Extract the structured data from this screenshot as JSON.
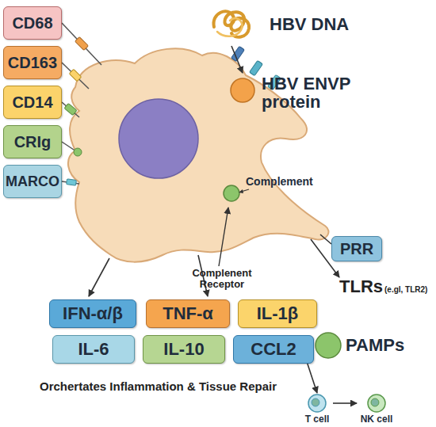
{
  "diagram": {
    "nodes": [
      {
        "text": [
          "CD68"
        ]
      },
      {
        "text": [
          "CD163"
        ]
      },
      {
        "text": [
          "CD14"
        ]
      },
      {
        "text": [
          "CRIg"
        ]
      },
      {
        "text": [
          "MARCO"
        ]
      },
      {
        "text": [
          "HBV DNA"
        ]
      },
      {
        "text": [
          "HBV ENVP protein"
        ]
      },
      {
        "text": [
          "Complement"
        ]
      },
      {
        "text": [
          "PRR"
        ]
      },
      {
        "text": [
          "PAMPs"
        ]
      },
      {
        "text": [
          "IFN-α/β"
        ]
      },
      {
        "text": [
          "TNF-α"
        ]
      },
      {
        "text": [
          "IL-1β"
        ]
      },
      {
        "text": [
          "IL-6"
        ]
      },
      {
        "text": [
          "IL-10"
        ]
      },
      {
        "text": [
          "CCL2"
        ]
      },
      {
        "text": [
          "T cell"
        ]
      },
      {
        "text": [
          "NK cell"
        ]
      }
    ],
    "edges": [
      {
        "from": 5,
        "to": 6,
        "arrow": "to"
      },
      {
        "from": 15,
        "to": 16,
        "arrow": "to"
      },
      {
        "from": 16,
        "to": 17,
        "arrow": "to"
      }
    ],
    "labels": [
      "Complenent Receptor",
      "TLRs",
      "(e.gl, TLR2)",
      "Orchertates Inflammation & Tissue Repair"
    ]
  }
}
